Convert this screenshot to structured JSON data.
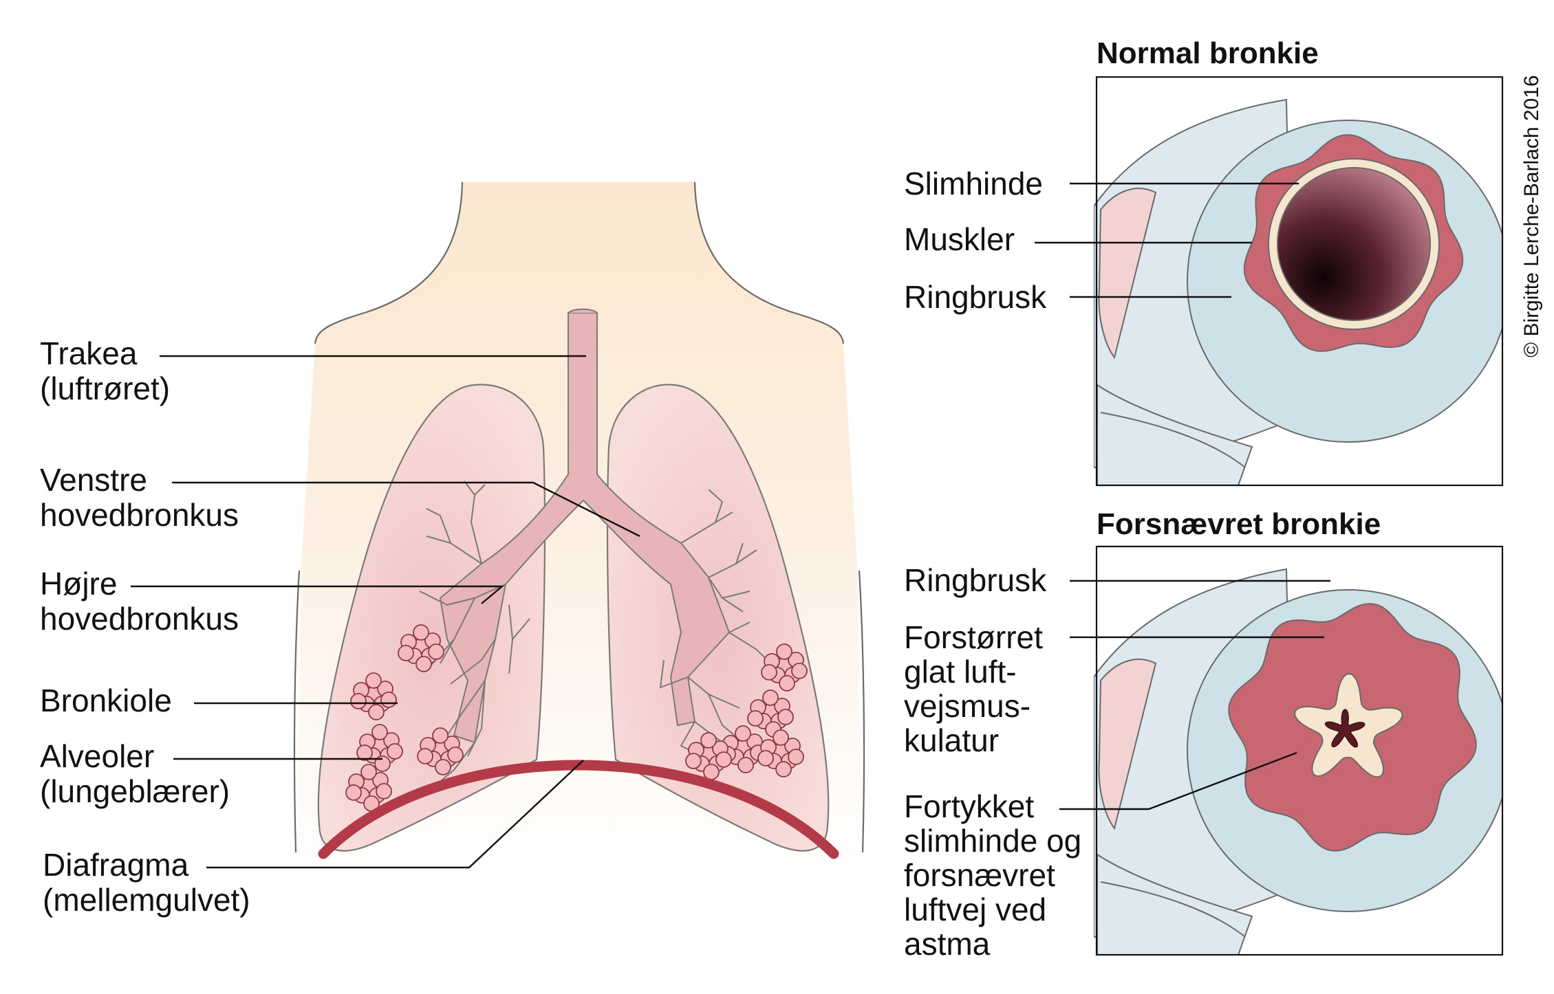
{
  "colors": {
    "skin": "#fbe9d4",
    "lung": "#f6d3d1",
    "bronchus": "#e7b5b8",
    "alveoli": "#f3b9bd",
    "diaphragm": "#b33a48",
    "cartilage": "#cfe1e8",
    "muscle": "#c86672",
    "mucosa": "#f6e6cf",
    "lumen": "#3a1016"
  },
  "left_labels": {
    "trakea": [
      "Trakea",
      "(luftrøret)"
    ],
    "venstre": [
      "Venstre",
      "hovedbronkus"
    ],
    "hojre": [
      "Højre",
      "hovedbronkus"
    ],
    "bronkiole": [
      "Bronkiole"
    ],
    "alveoler": [
      "Alveoler",
      "(lungeblærer)"
    ],
    "diafragma": [
      "Diafragma",
      "(mellemgulvet)"
    ]
  },
  "normal": {
    "title": "Normal bronkie",
    "labels": {
      "slimhinde": [
        "Slimhinde"
      ],
      "muskler": [
        "Muskler"
      ],
      "ringbrusk": [
        "Ringbrusk"
      ]
    }
  },
  "narrowed": {
    "title": "Forsnævret bronkie",
    "labels": {
      "ringbrusk": [
        "Ringbrusk"
      ],
      "muskulatur": [
        "Forstørret",
        "glat luft-",
        "vejsmus-",
        "kulatur"
      ],
      "slimhinde": [
        "Fortykket",
        "slimhinde og",
        "forsnævret",
        "luftvej ved",
        "astma"
      ]
    }
  },
  "copyright": "© Birgitte Lerche-Barlach 2016"
}
